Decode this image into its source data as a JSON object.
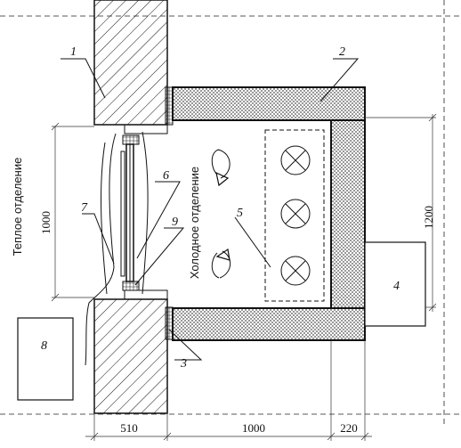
{
  "labels": {
    "warm_section": "Теплое отделение",
    "cold_section": "Холодное отделение",
    "dim_window": "1000",
    "dim_right": "1200",
    "dim_bottom_1": "510",
    "dim_bottom_2": "1000",
    "dim_bottom_3": "220"
  },
  "callouts": {
    "c1": "1",
    "c2": "2",
    "c3": "3",
    "c4": "4",
    "c5": "5",
    "c6": "6",
    "c7": "7",
    "c8": "8",
    "c9": "9"
  }
}
